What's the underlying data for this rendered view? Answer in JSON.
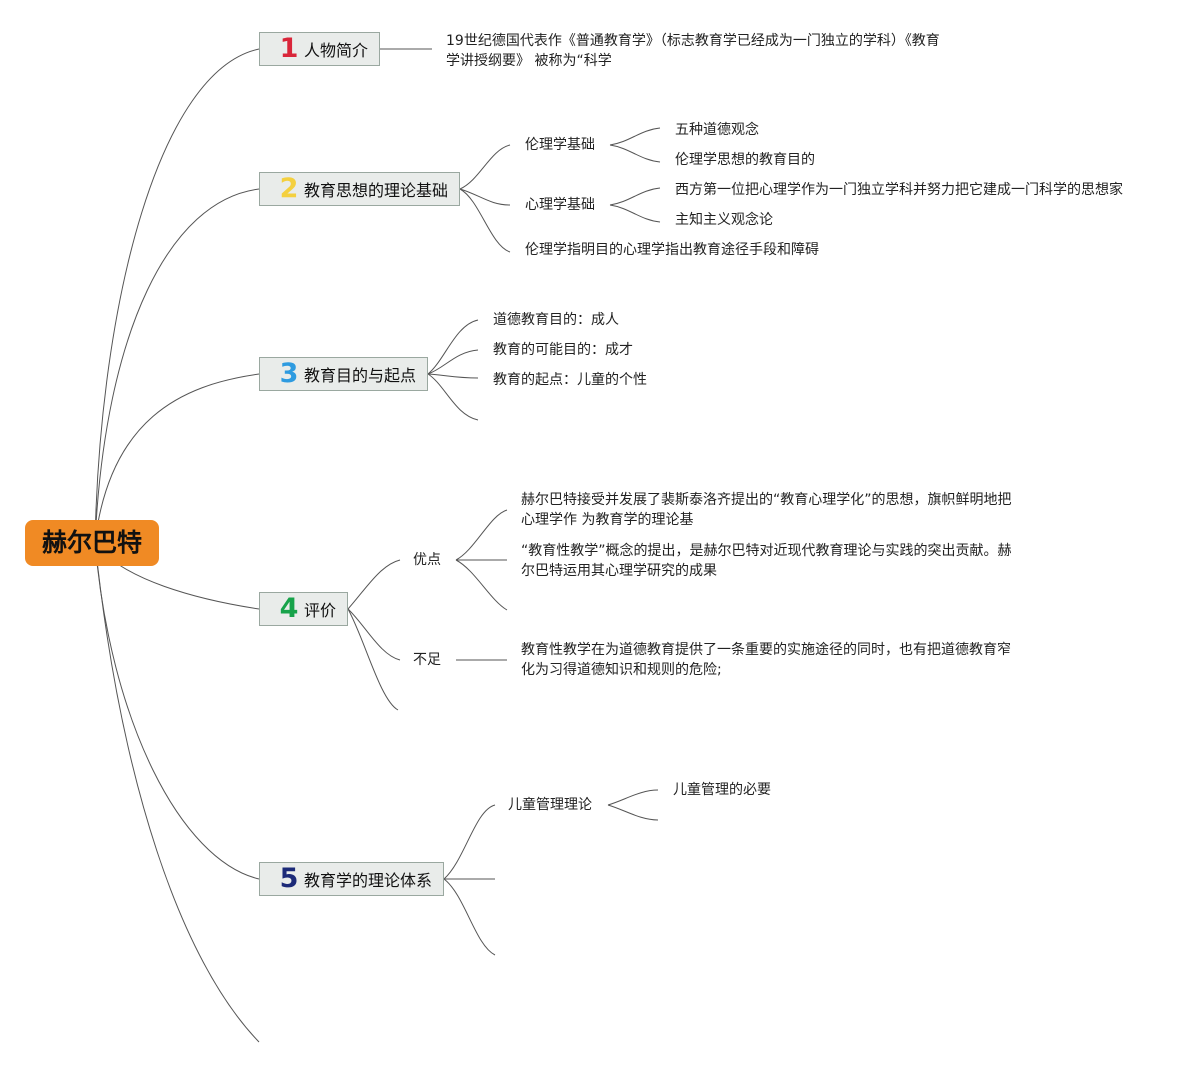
{
  "root": {
    "label": "赫尔巴特",
    "color": "#f08a24"
  },
  "topics": [
    {
      "num": "1",
      "num_color": "#d9263a",
      "label": "人物简介"
    },
    {
      "num": "2",
      "num_color": "#f4d03f",
      "label": "教育思想的理论基础"
    },
    {
      "num": "3",
      "num_color": "#2e9be0",
      "label": "教育目的与起点"
    },
    {
      "num": "4",
      "num_color": "#17a34a",
      "label": "评价"
    },
    {
      "num": "5",
      "num_color": "#1c2a78",
      "label": "教育学的理论体系"
    }
  ],
  "nodes": {
    "intro_text": "19世纪德国代表作《普通教育学》（标志教育学已经成为一门独立的学科）《教育学讲授纲要》 被称为“科学",
    "ethics": "伦理学基础",
    "ethics_1": "五种道德观念",
    "ethics_2": "伦理学思想的教育目的",
    "psych": "心理学基础",
    "psych_1": "西方第一位把心理学作为一门独立学科并努力把它建成一门科学的思想家",
    "psych_2": "主知主义观念论",
    "combined": "伦理学指明目的心理学指出教育途径手段和障碍",
    "aim_1": "道德教育目的：成人",
    "aim_2": "教育的可能目的：成才",
    "aim_3": "教育的起点：儿童的个性",
    "merit": "优点",
    "merit_1": "赫尔巴特接受并发展了裴斯泰洛齐提出的“教育心理学化”的思想，旗帜鲜明地把心理学作 为教育学的理论基",
    "merit_2": "“教育性教学”概念的提出，是赫尔巴特对近现代教育理论与实践的突出贡献。赫尔巴特运用其心理学研究的成果",
    "flaw": "不足",
    "flaw_1": "教育性教学在为道德教育提供了一条重要的实施途径的同时，也有把道德教育窄化为习得道德知识和规则的危险;",
    "manage": "儿童管理理论",
    "manage_1": "儿童管理的必要"
  },
  "line_color": "#555555"
}
